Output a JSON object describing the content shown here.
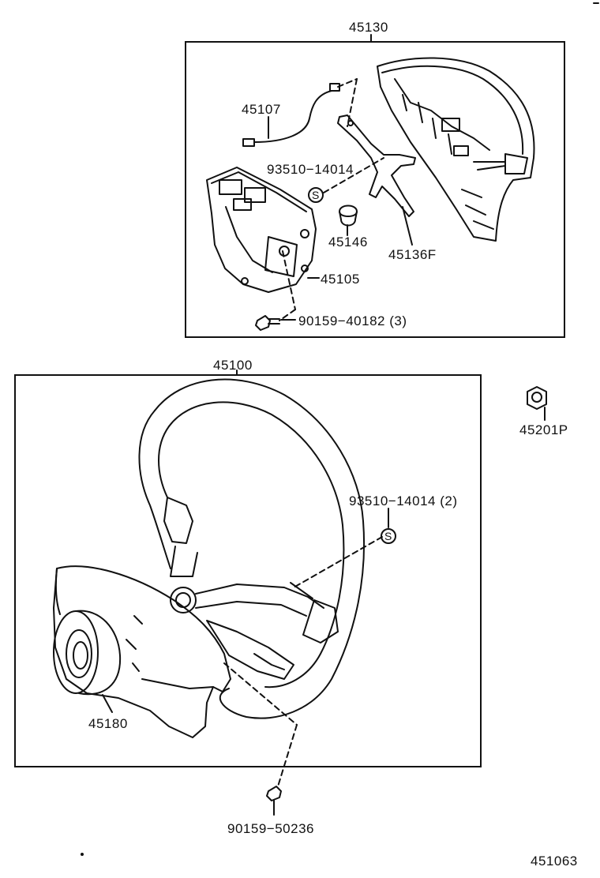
{
  "figure_id": "451063",
  "assemblies": {
    "upper": {
      "part_no": "45130"
    },
    "lower": {
      "part_no": "45100"
    }
  },
  "parts": {
    "p45107": "45107",
    "p93510_upper": "93510−14014",
    "p45146": "45146",
    "p45136F": "45136F",
    "p45105": "45105",
    "p90159_40182": "90159−40182 (3)",
    "p45201P": "45201P",
    "p93510_lower": "93510−14014 (2)",
    "p45180": "45180",
    "p90159_50236": "90159−50236"
  },
  "symbols": {
    "s_mark": "S"
  }
}
